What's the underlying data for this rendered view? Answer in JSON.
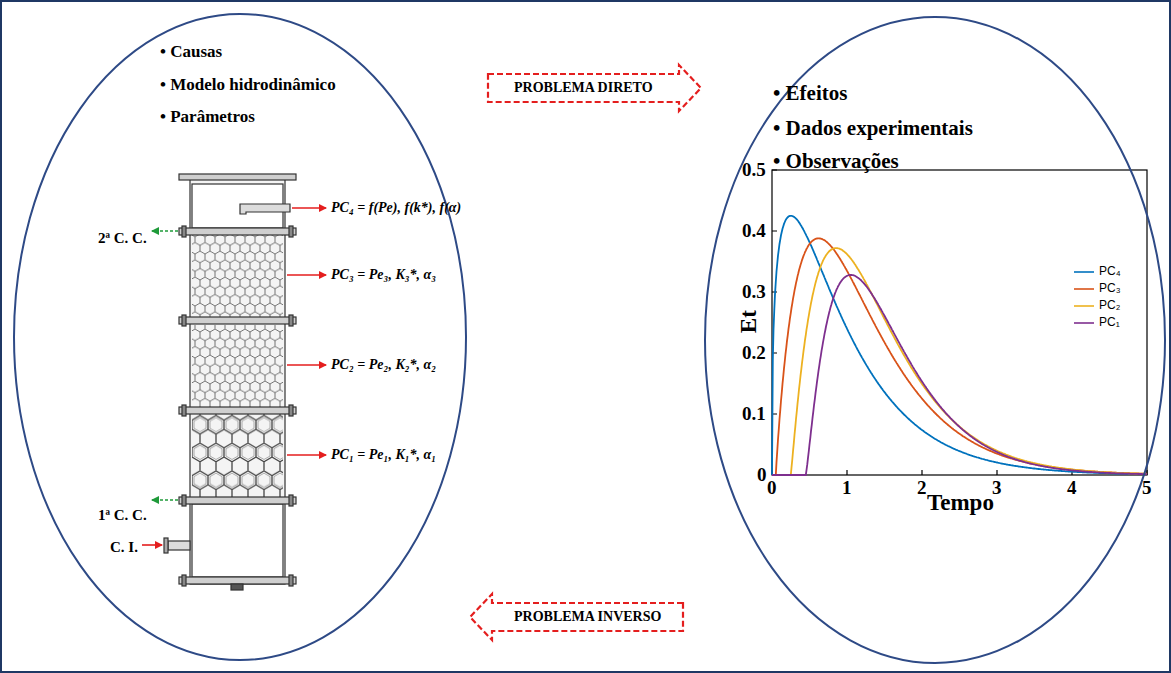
{
  "diagram": {
    "nodes": [
      {
        "text": [
          "• Causas",
          "• Modelo hidrodinâmico",
          "• Parâmetros"
        ]
      },
      {
        "text": [
          "• Efeitos",
          "• Dados experimentais",
          "• Observações"
        ]
      }
    ],
    "edges": [
      {
        "from": 0,
        "to": 1,
        "arrow": "to",
        "label": "PROBLEMA DIRETO"
      },
      {
        "from": 1,
        "to": 0,
        "arrow": "to",
        "label": "PROBLEMA INVERSO"
      }
    ],
    "labels": [
      "2ª C. C.",
      "1ª C. C.",
      "C. I.",
      "PC₄ = f(Pe), f(k*), f(α)",
      "PC₃ = Pe₃, K₃*, α₃",
      "PC₂ = Pe₂, K₂*, α₂",
      "PC₁ = Pe₁, K₁*, α₁",
      "Et",
      "Tempo",
      "0",
      "0.1",
      "0.2",
      "0.3",
      "0.4",
      "0.5",
      "0",
      "1",
      "2",
      "3",
      "4",
      "5"
    ],
    "legend": [
      {
        "text": "PC₄"
      },
      {
        "text": "PC₃"
      },
      {
        "text": "PC₂"
      },
      {
        "text": "PC₁"
      }
    ]
  }
}
